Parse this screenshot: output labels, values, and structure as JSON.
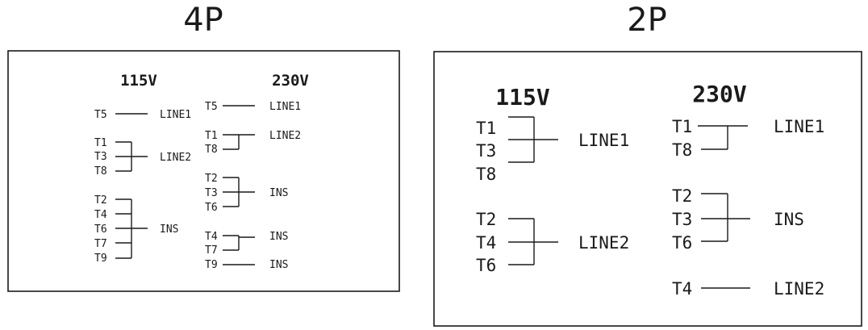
{
  "panels": [
    {
      "title": "4P",
      "columns": [
        {
          "header": "115V",
          "groups": [
            {
              "terminals": [
                "T5"
              ],
              "label": "LINE1"
            },
            {
              "terminals": [
                "T1",
                "T3",
                "T8"
              ],
              "label": "LINE2"
            },
            {
              "terminals": [
                "T2",
                "T4",
                "T6",
                "T7",
                "T9"
              ],
              "label": "INS"
            }
          ]
        },
        {
          "header": "230V",
          "groups": [
            {
              "terminals": [
                "T5"
              ],
              "label": "LINE1"
            },
            {
              "terminals": [
                "T1",
                "T8"
              ],
              "label": "LINE2"
            },
            {
              "terminals": [
                "T2",
                "T3",
                "T6"
              ],
              "label": "INS"
            },
            {
              "terminals": [
                "T4",
                "T7"
              ],
              "label": "INS"
            },
            {
              "terminals": [
                "T9"
              ],
              "label": "INS"
            }
          ]
        }
      ]
    },
    {
      "title": "2P",
      "columns": [
        {
          "header": "115V",
          "groups": [
            {
              "terminals": [
                "T1",
                "T3",
                "T8"
              ],
              "label": "LINE1"
            },
            {
              "terminals": [
                "T2",
                "T4",
                "T6"
              ],
              "label": "LINE2"
            }
          ]
        },
        {
          "header": "230V",
          "groups": [
            {
              "terminals": [
                "T1",
                "T8"
              ],
              "label": "LINE1"
            },
            {
              "terminals": [
                "T2",
                "T3",
                "T6"
              ],
              "label": "INS"
            },
            {
              "terminals": [
                "T4"
              ],
              "label": "LINE2"
            }
          ]
        }
      ]
    }
  ]
}
